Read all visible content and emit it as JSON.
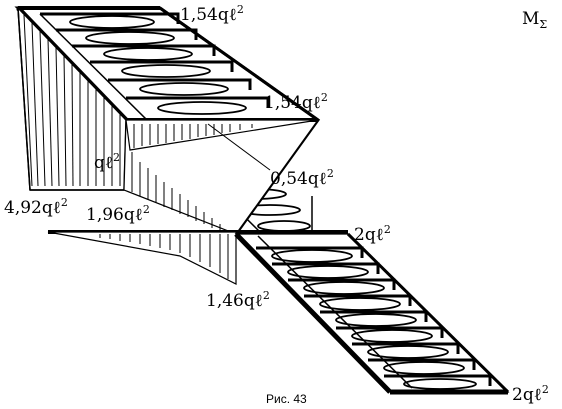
{
  "diagram": {
    "title": "M",
    "title_sub": "Σ",
    "caption": "Рис. 43",
    "labels": {
      "top_right": "1,54qℓ",
      "mid_right": "1,54qℓ",
      "left_ql": "qℓ",
      "left_bottom": "4,92qℓ",
      "left_mid": "1,96qℓ",
      "center_054": "0,54qℓ",
      "right_2ql_upper": "2qℓ",
      "lower_146": "1,46qℓ",
      "right_2ql_lower": "2qℓ"
    },
    "exponent": "2"
  }
}
